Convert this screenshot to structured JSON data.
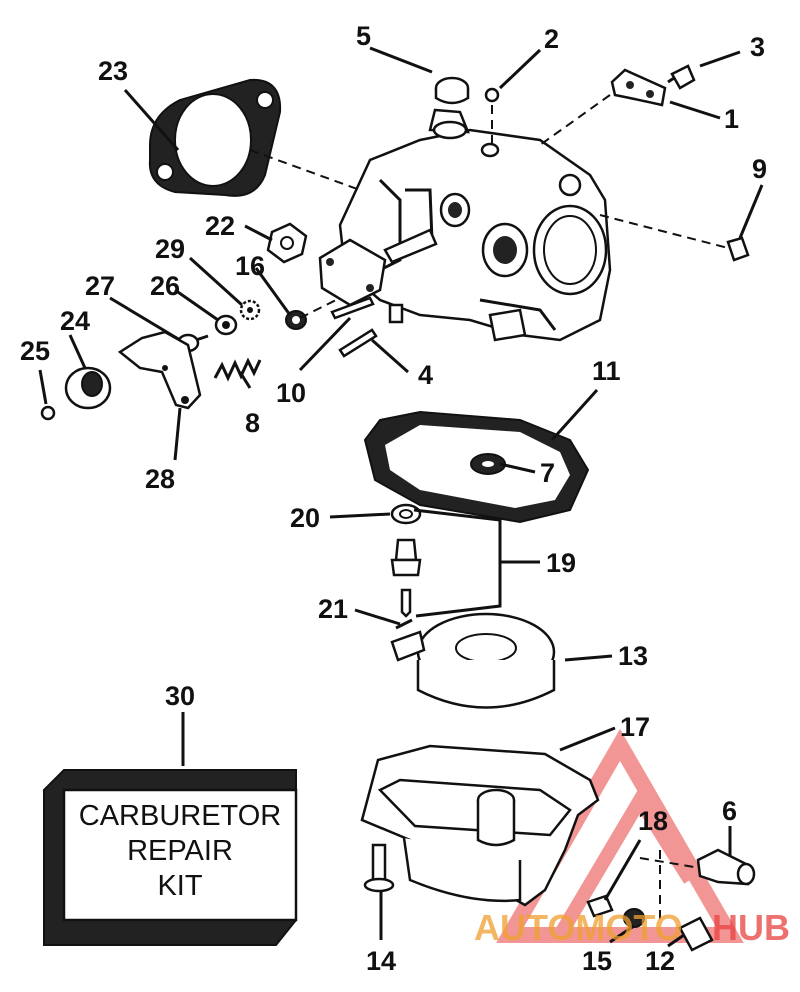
{
  "callouts": {
    "n1": "1",
    "n2": "2",
    "n3": "3",
    "n4": "4",
    "n5": "5",
    "n6": "6",
    "n7": "7",
    "n8": "8",
    "n9": "9",
    "n10": "10",
    "n11": "11",
    "n12": "12",
    "n13": "13",
    "n14": "14",
    "n15": "15",
    "n16": "16",
    "n17": "17",
    "n18": "18",
    "n19": "19",
    "n20": "20",
    "n21": "21",
    "n22": "22",
    "n23": "23",
    "n24": "24",
    "n25": "25",
    "n26": "26",
    "n27": "27",
    "n28": "28",
    "n29": "29",
    "n30": "30"
  },
  "kit_box": {
    "line1": "CARBURETOR",
    "line2": "REPAIR",
    "line3": "KIT"
  },
  "watermark": {
    "part1": "AUTOMOTO",
    "part2": "HUB",
    "color_red": "#e8423f",
    "color_orange": "#f0a030"
  }
}
